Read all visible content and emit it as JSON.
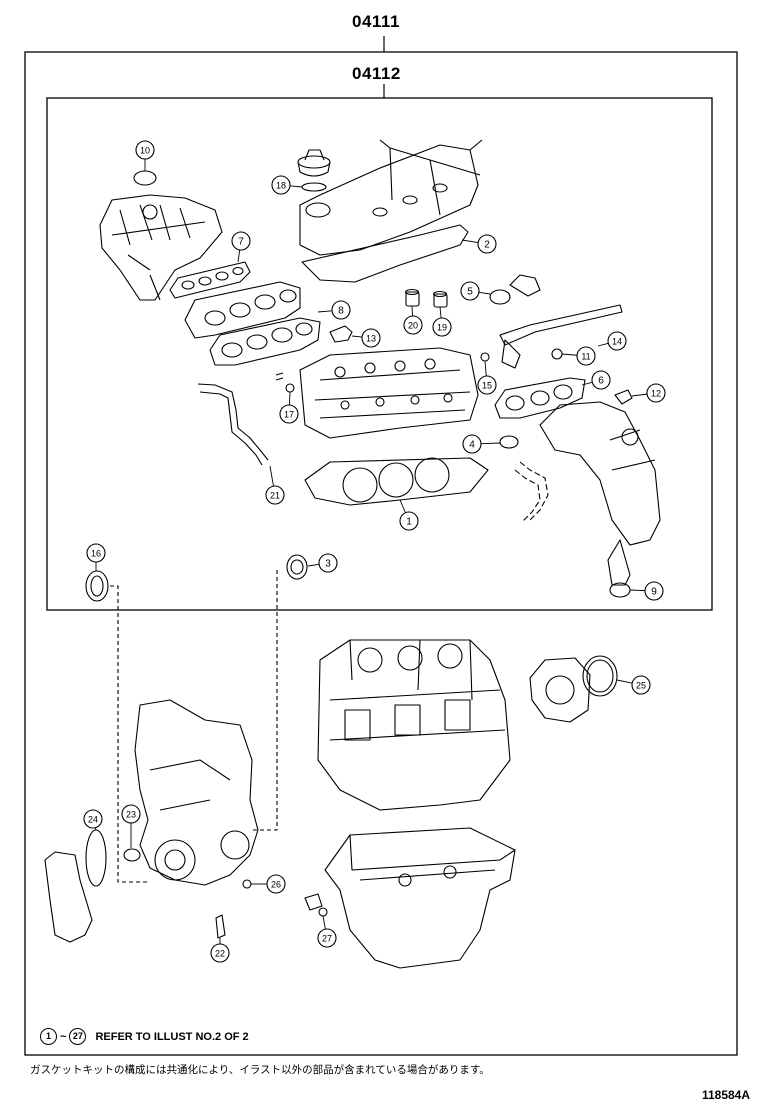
{
  "header": {
    "assembly_code": "04111",
    "sub_assembly_code": "04112"
  },
  "callouts": [
    {
      "n": "1"
    },
    {
      "n": "2"
    },
    {
      "n": "3"
    },
    {
      "n": "4"
    },
    {
      "n": "5"
    },
    {
      "n": "6"
    },
    {
      "n": "7"
    },
    {
      "n": "8"
    },
    {
      "n": "9"
    },
    {
      "n": "10"
    },
    {
      "n": "11"
    },
    {
      "n": "12"
    },
    {
      "n": "13"
    },
    {
      "n": "14"
    },
    {
      "n": "15"
    },
    {
      "n": "16"
    },
    {
      "n": "17"
    },
    {
      "n": "18"
    },
    {
      "n": "19"
    },
    {
      "n": "20"
    },
    {
      "n": "21"
    },
    {
      "n": "22"
    },
    {
      "n": "23"
    },
    {
      "n": "24"
    },
    {
      "n": "25"
    },
    {
      "n": "26"
    },
    {
      "n": "27"
    }
  ],
  "footer": {
    "range_start": "1",
    "range_sep": "~",
    "range_end": "27",
    "note": "REFER TO ILLUST NO.2 OF 2",
    "japanese_note": "ガスケットキットの構成には共通化により、イラスト以外の部品が含まれている場合があります。",
    "illustration_id": "118584A"
  },
  "style": {
    "line_color": "#000000",
    "background": "#ffffff"
  }
}
